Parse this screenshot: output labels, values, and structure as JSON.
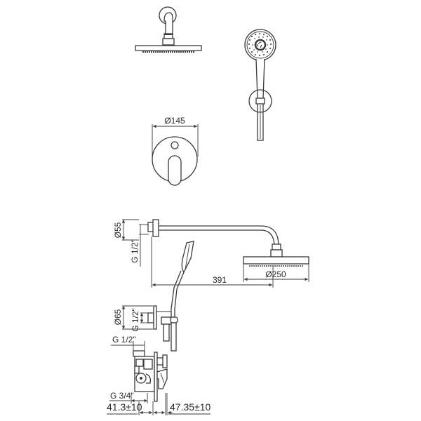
{
  "drawing": {
    "title": "Shower system technical drawing",
    "views": {
      "overhead_shower_front": "overhead shower head front view",
      "hand_shower_front": "hand shower front view",
      "mixer_plate_front": "concealed mixer cover plate front view",
      "side_assembly": "side view assembly"
    },
    "dimensions": {
      "plate_diameter": "Ø145",
      "wall_flange_diameter": "Ø55",
      "arm_thread": "G 1/2\"",
      "arm_projection": "391",
      "head_diameter": "Ø250",
      "outlet_flange_diameter": "Ø65",
      "outlet_thread": "G 1/2\"",
      "mixer_inlet_thread": "G 1/2\"",
      "mixer_body_thread": "G 3/4\"",
      "mixer_depth_back": "41.3±10",
      "mixer_depth_front": "47.35±10"
    },
    "colors": {
      "line": "#3a3a3a",
      "background": "#ffffff"
    }
  }
}
